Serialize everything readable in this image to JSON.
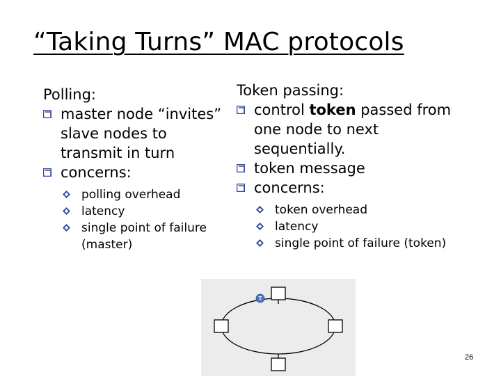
{
  "title": "“Taking Turns” MAC protocols",
  "polling": {
    "heading": "Polling:",
    "items": [
      "master node “invites” slave nodes to transmit in turn",
      "concerns:"
    ],
    "concerns": [
      "polling overhead",
      "latency",
      "single point of failure (master)"
    ]
  },
  "token": {
    "heading": "Token passing:",
    "item1_pre": "control ",
    "item1_bold": "token",
    "item1_post": " passed from one node to next sequentially.",
    "item2": "token message",
    "item3": "concerns:",
    "concerns": [
      "token overhead",
      "latency",
      "single point of failure (token)"
    ]
  },
  "diagram": {
    "token_letter": "T"
  },
  "page_number": "26",
  "colors": {
    "bullet": "#3a4a9a",
    "diagram_bg": "#ececec",
    "token": "#4a78c4"
  }
}
